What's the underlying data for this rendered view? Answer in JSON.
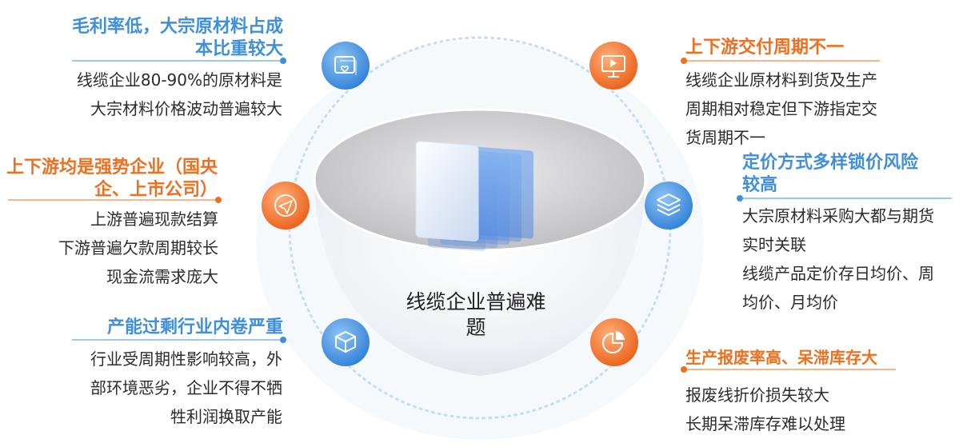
{
  "center": {
    "title_line1": "线缆企业普遍难",
    "title_line2": "题"
  },
  "issues": [
    {
      "title_line1": "毛利率低，大宗原材料占成",
      "title_line2": "本比重较大",
      "desc": [
        "线缆企业80-90%的原材料是",
        "大宗材料价格波动普遍较大"
      ],
      "icon": "heart-image-icon",
      "color": "#3f8fdc"
    },
    {
      "title_line1": "上下游均是强势企业（国央",
      "title_line2": "企、上市公司）",
      "desc": [
        "上游普遍现款结算",
        "下游普遍欠款周期较长",
        "现金流需求庞大"
      ],
      "icon": "paper-plane-icon",
      "color": "#ee6f1f"
    },
    {
      "title_line1": "产能过剩行业内卷严重",
      "desc": [
        "行业受周期性影响较高，外",
        "部环境恶劣，企业不得不牺",
        "牲利润换取产能"
      ],
      "icon": "cube-icon",
      "color": "#3f8fdc"
    },
    {
      "title_line1": "上下游交付周期不一",
      "desc": [
        "线缆企业原材料到货及生产",
        "周期相对稳定但下游指定交",
        "货周期不一"
      ],
      "icon": "monitor-play-icon",
      "color": "#ee6f1f"
    },
    {
      "title_line1": "定价方式多样锁价风险",
      "title_line2": "较高",
      "desc": [
        "大宗原材料采购大都与期货",
        "实时关联",
        "线缆产品定价存日均价、周",
        "均价、月均价"
      ],
      "icon": "layers-icon",
      "color": "#3f8fdc"
    },
    {
      "title_line1": "生产报废率高、呆滞库存大",
      "desc": [
        "报废线折价损失较大",
        "长期呆滞库存难以处理"
      ],
      "icon": "pie-chart-icon",
      "color": "#ee6f1f"
    }
  ]
}
